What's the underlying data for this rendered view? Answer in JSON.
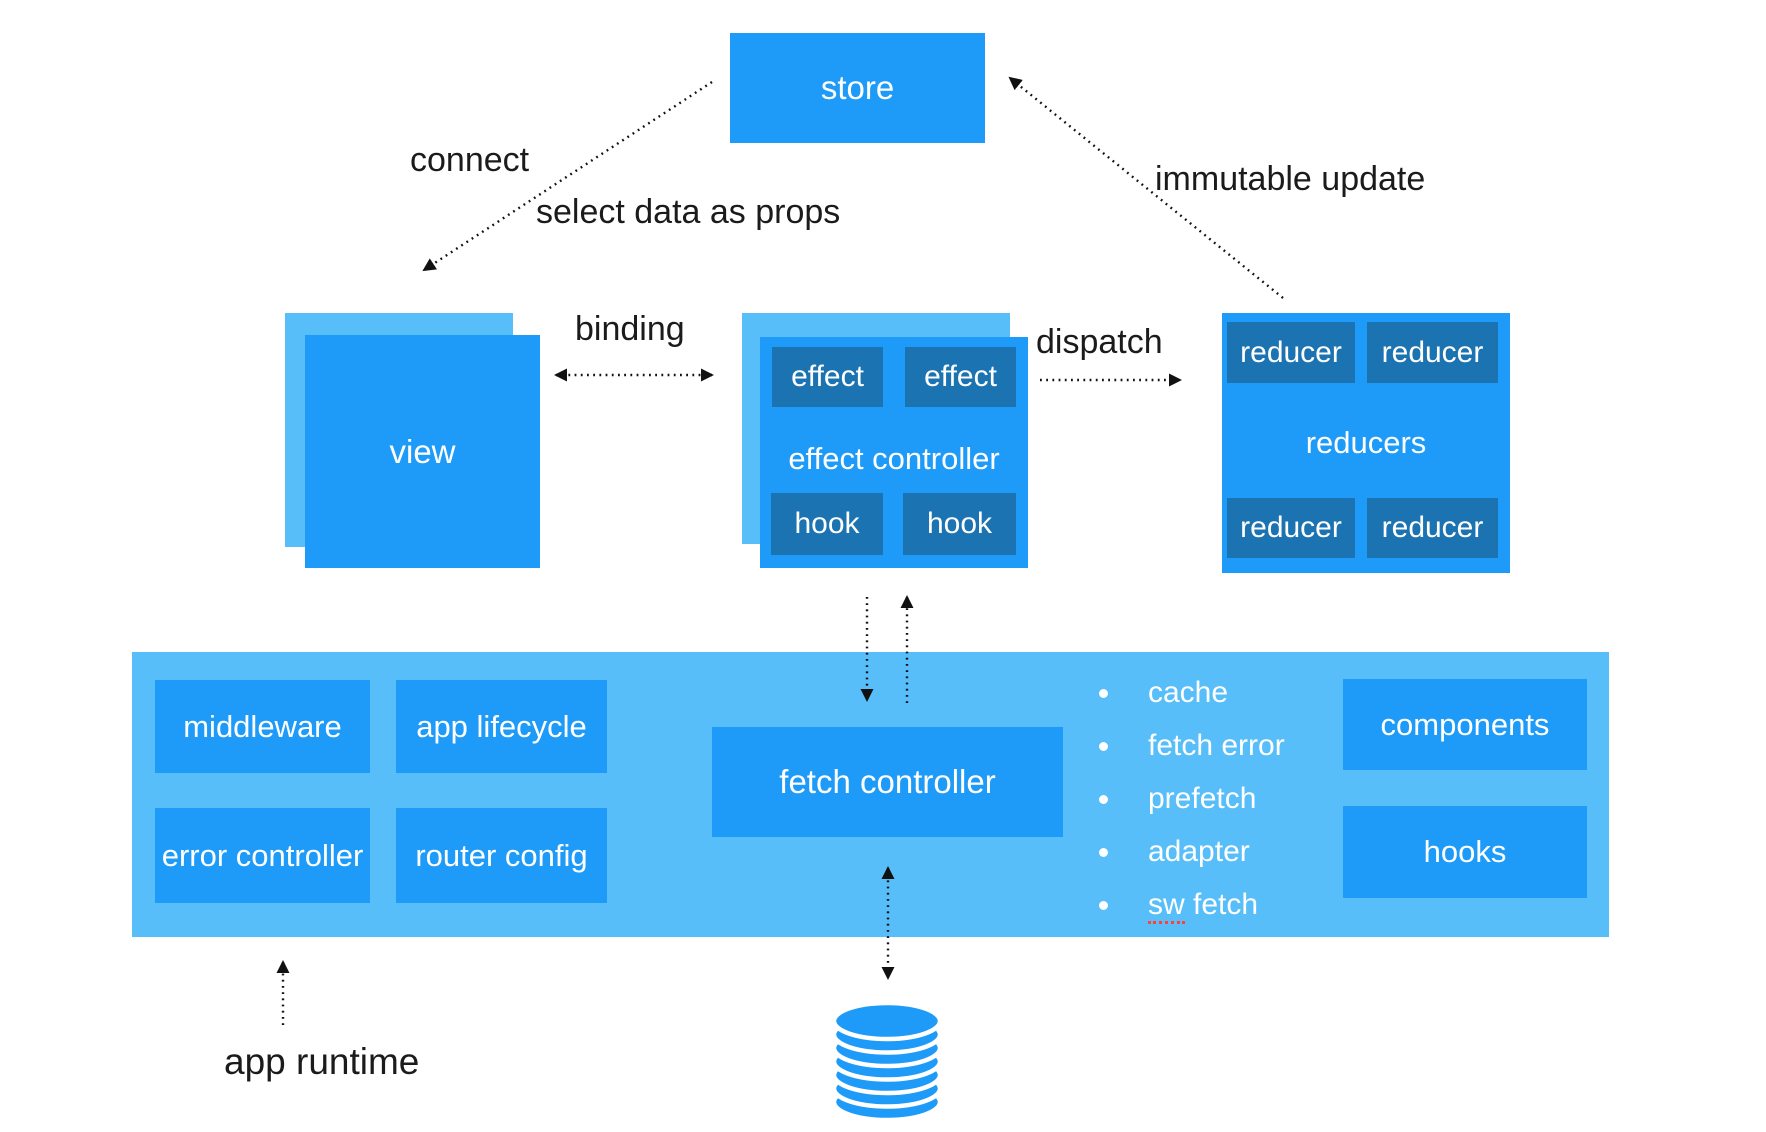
{
  "colors": {
    "bright_blue": "#1E9BF8",
    "light_blue": "#57BEF9",
    "dark_blue": "#1C73B1",
    "label_black": "#1B1B1B",
    "arrow_black": "#111111",
    "misspell_red": "#FF4136",
    "text_white": "#FFFFFF"
  },
  "store": {
    "label": "store"
  },
  "view": {
    "label": "view"
  },
  "flow_labels": {
    "connect": "connect",
    "select_data": "select data as props",
    "immutable_update": "immutable update",
    "binding": "binding",
    "dispatch": "dispatch",
    "app_runtime": "app runtime"
  },
  "effect_controller": {
    "label": "effect controller",
    "effects": [
      "effect",
      "effect"
    ],
    "hooks": [
      "hook",
      "hook"
    ]
  },
  "reducers": {
    "label": "reducers",
    "items": [
      "reducer",
      "reducer",
      "reducer",
      "reducer"
    ]
  },
  "runtime": {
    "middleware": "middleware",
    "app_lifecycle": "app lifecycle",
    "error_controller": "error controller",
    "router_config": "router config",
    "fetch_controller": "fetch controller",
    "features": [
      {
        "text": "cache"
      },
      {
        "text": "fetch error"
      },
      {
        "text": "prefetch"
      },
      {
        "text": "adapter"
      },
      {
        "text": "sw fetch",
        "underlined_part": "sw",
        "rest_part": " fetch"
      }
    ],
    "components": "components",
    "hooks": "hooks"
  },
  "icons": {
    "database": "database-icon"
  }
}
